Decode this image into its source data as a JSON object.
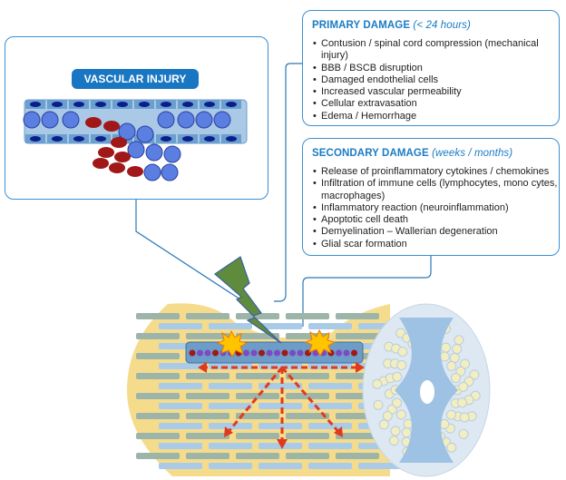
{
  "vascular_injury": {
    "title": "VASCULAR INJURY"
  },
  "primary_damage": {
    "title": "PRIMARY DAMAGE",
    "timeframe": "(< 24 hours)",
    "items": [
      "Contusion / spinal cord compression (mechanical injury)",
      "BBB / BSCB disruption",
      "Damaged endothelial cells",
      "Increased vascular permeability",
      "Cellular extravasation",
      "Edema / Hemorrhage"
    ]
  },
  "secondary_damage": {
    "title": "SECONDARY DAMAGE",
    "timeframe": "(weeks / months)",
    "items": [
      "Release of proinflammatory cytokines / chemokines",
      "Infiltration of immune cells (lymphocytes, mono cytes, macrophages)",
      "Inflammatory reaction (neuroinflammation)",
      "Apoptotic cell death",
      "Demyelination – Wallerian degeneration",
      "Glial scar formation"
    ]
  },
  "colors": {
    "accent_blue": "#1976c2",
    "border_blue": "#3a8fd0",
    "lightning_green": "#5a8a3a",
    "arrow_red": "#e03a1e",
    "tissue_blue": "#a9cbe8",
    "tissue_yellow": "#f5dc8c",
    "rbc_red": "#a01818",
    "leukocyte_blue": "#5a7fe0"
  }
}
